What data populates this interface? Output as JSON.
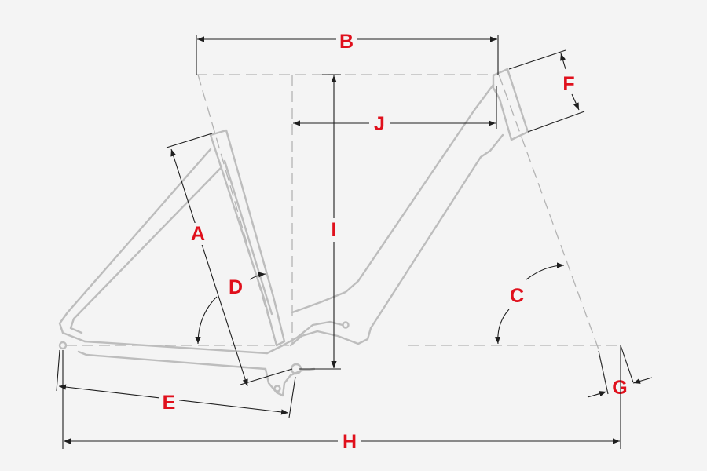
{
  "colors": {
    "background": "#f4f4f4",
    "frame": "#bdbdbd",
    "guide": "#b3b3b3",
    "dimension": "#1e1e1e",
    "label": "#e0101c"
  },
  "labels": {
    "A": "A",
    "B": "B",
    "C": "C",
    "D": "D",
    "E": "E",
    "F": "F",
    "G": "G",
    "H": "H",
    "I": "I",
    "J": "J"
  }
}
